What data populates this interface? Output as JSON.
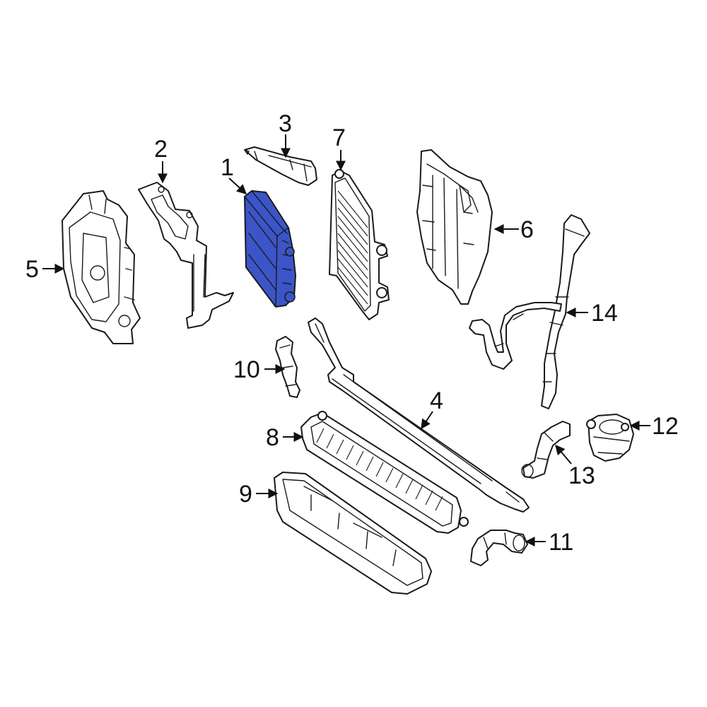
{
  "highlight_color": "#3b55c8",
  "outline_color": "#1a1a1a",
  "callouts": {
    "c1": "1",
    "c2": "2",
    "c3": "3",
    "c4": "4",
    "c5": "5",
    "c6": "6",
    "c7": "7",
    "c8": "8",
    "c9": "9",
    "c10": "10",
    "c11": "11",
    "c12": "12",
    "c13": "13",
    "c14": "14"
  }
}
